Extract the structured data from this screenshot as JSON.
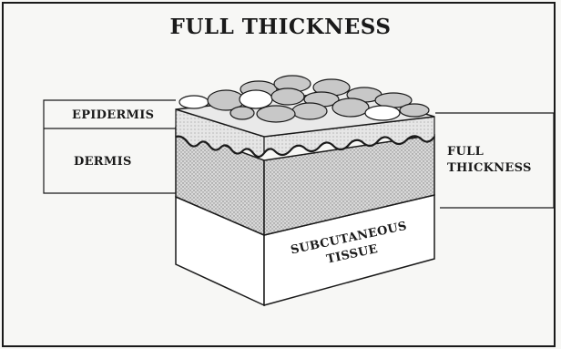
{
  "title": "FULL THICKNESS",
  "labels": {
    "epidermis": "EPIDERMIS",
    "dermis": "DERMIS",
    "full_thickness_line1": "FULL",
    "full_thickness_line2": "THICKNESS",
    "subcutaneous_line1": "SUBCUTANEOUS",
    "subcutaneous_line2": "TISSUE"
  },
  "colors": {
    "ink": "#1a1a1a",
    "background": "#f7f7f5",
    "stipple": "#9a9a9a",
    "cell_fill": "#c8c8c8",
    "cell_highlight": "#ffffff"
  }
}
